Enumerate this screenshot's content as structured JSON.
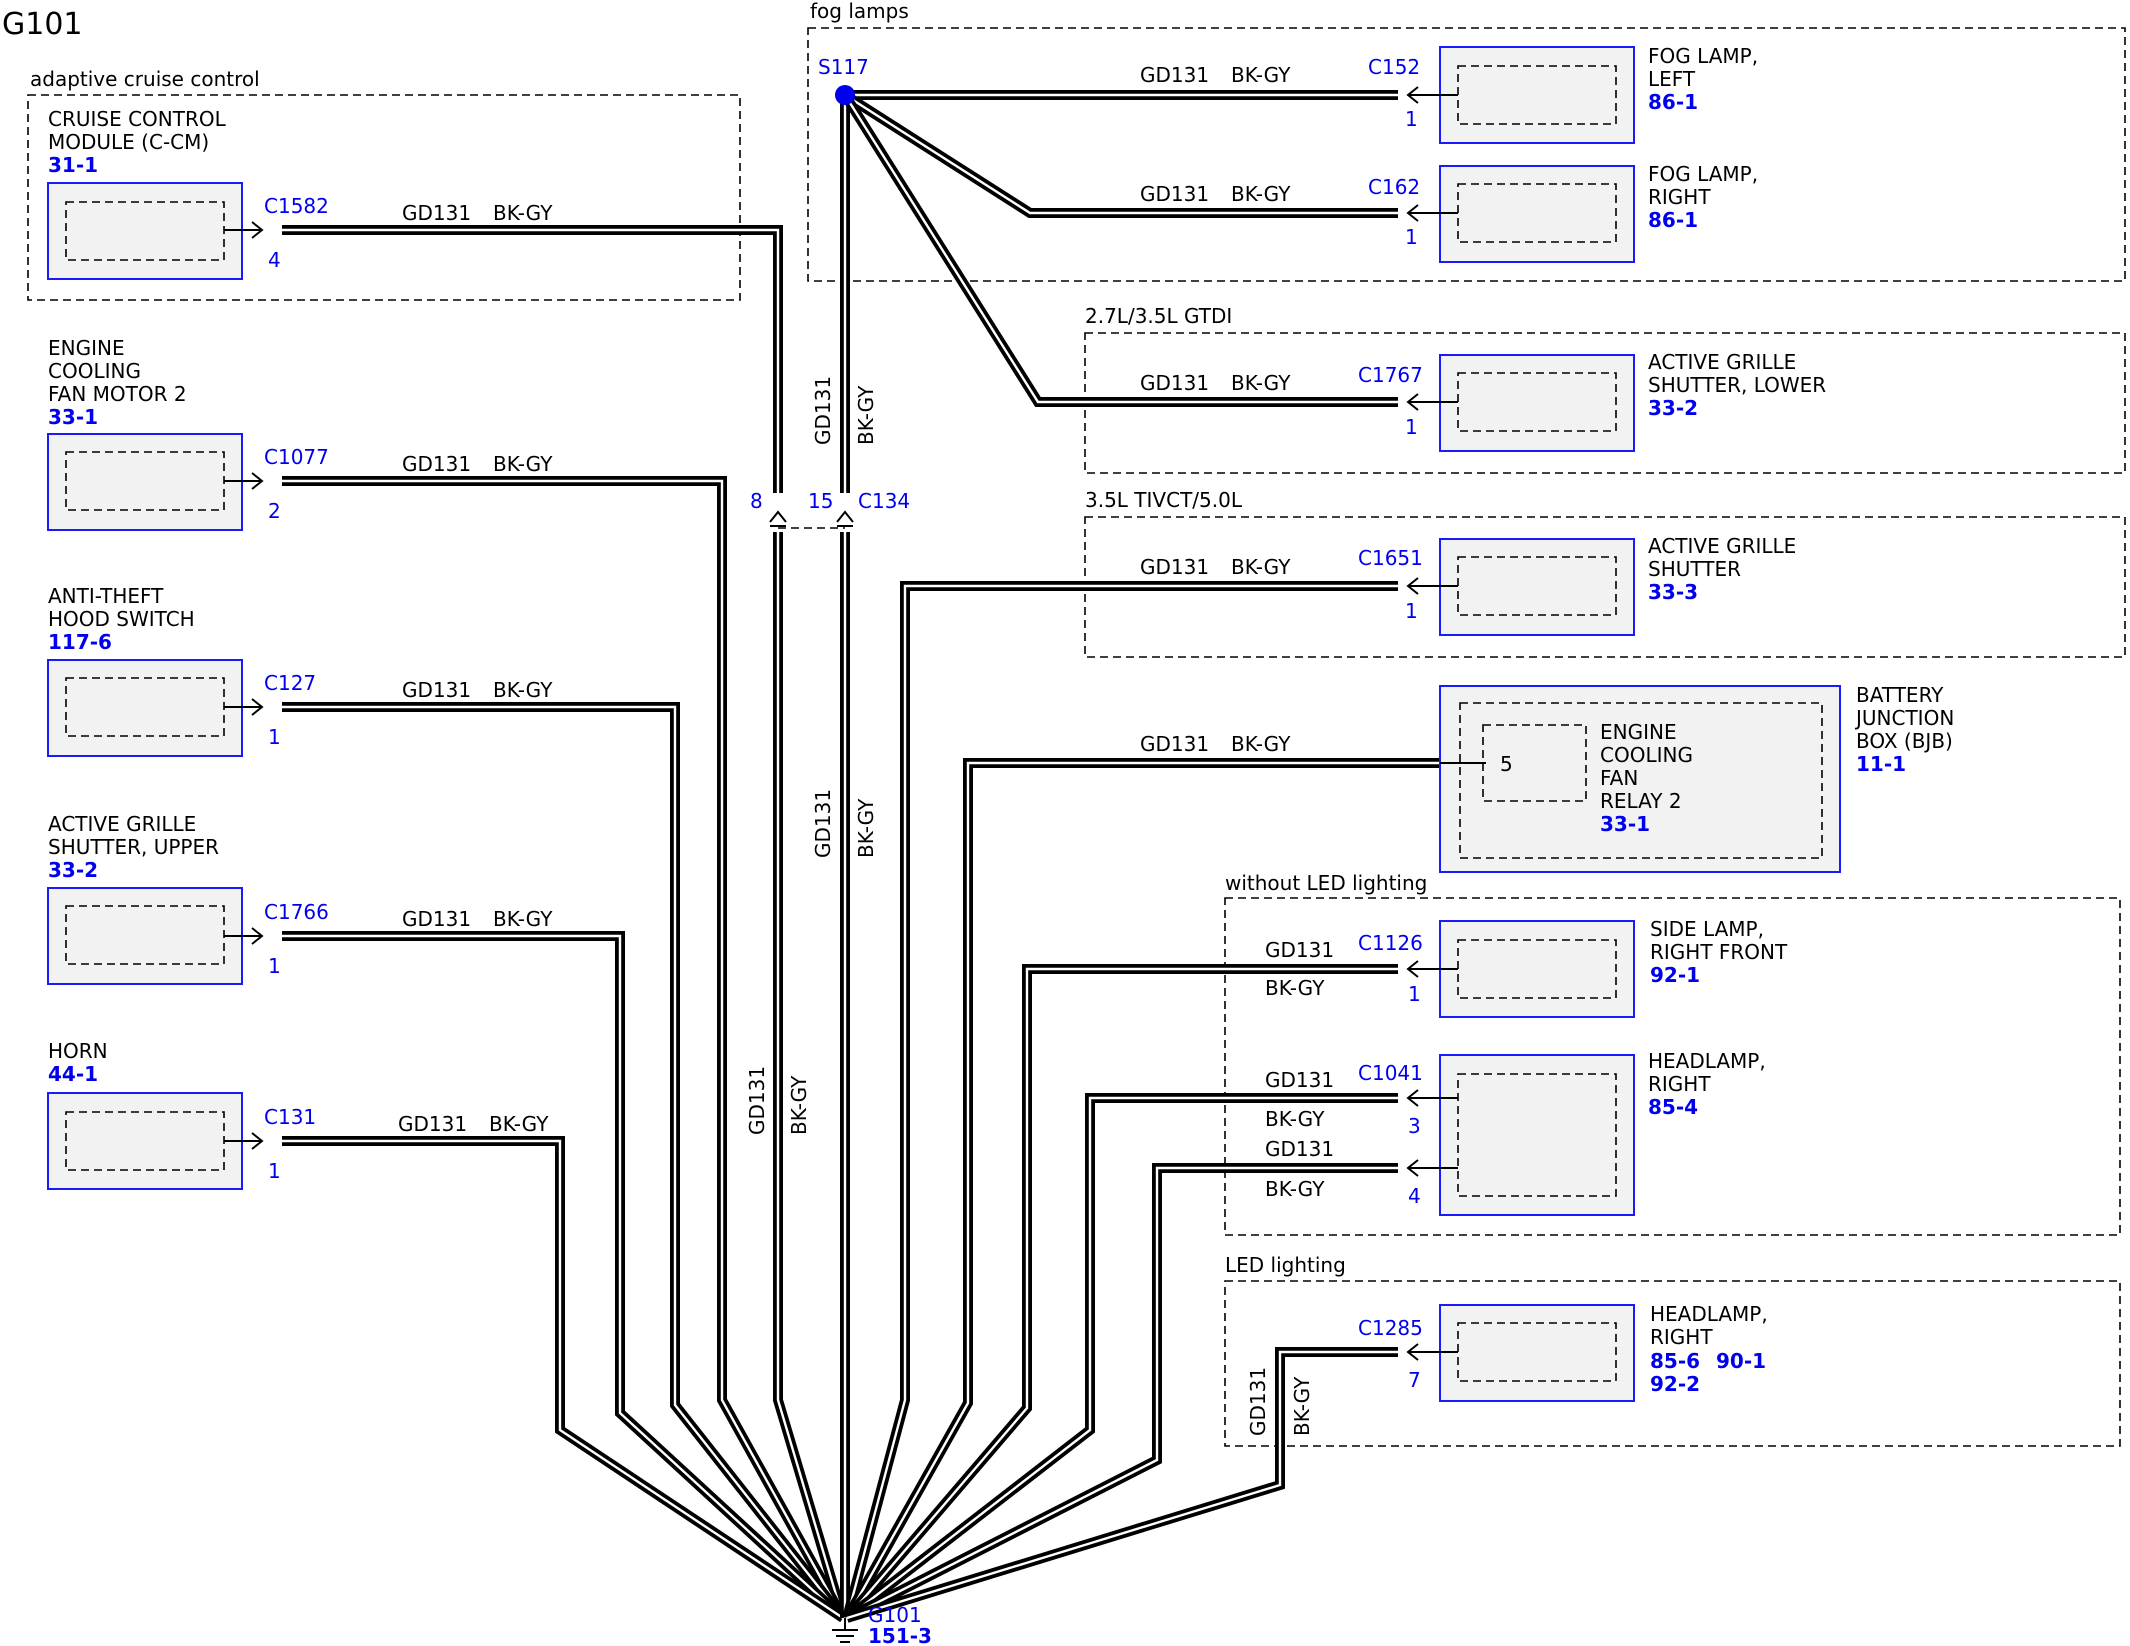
{
  "title": "G101",
  "wire": {
    "circuit": "GD131",
    "color": "BK-GY"
  },
  "groups": {
    "adaptive_cruise": "adaptive cruise control",
    "fog_lamps": "fog lamps",
    "gtdi": "2.7L/3.5L GTDI",
    "tivct": "3.5L TIVCT/5.0L",
    "without_led": "without LED lighting",
    "led": "LED lighting"
  },
  "left_components": [
    {
      "lines": [
        "CRUISE CONTROL",
        "MODULE (C-CM)"
      ],
      "ref": "31-1",
      "connector": "C1582",
      "pin": "4"
    },
    {
      "lines": [
        "ENGINE",
        "COOLING",
        "FAN MOTOR 2"
      ],
      "ref": "33-1",
      "connector": "C1077",
      "pin": "2"
    },
    {
      "lines": [
        "ANTI-THEFT",
        "HOOD SWITCH"
      ],
      "ref": "117-6",
      "connector": "C127",
      "pin": "1"
    },
    {
      "lines": [
        "ACTIVE GRILLE",
        "SHUTTER, UPPER"
      ],
      "ref": "33-2",
      "connector": "C1766",
      "pin": "1"
    },
    {
      "lines": [
        "HORN"
      ],
      "ref": "44-1",
      "connector": "C131",
      "pin": "1"
    }
  ],
  "right_components": [
    {
      "lines": [
        "FOG LAMP,",
        "LEFT"
      ],
      "ref": "86-1",
      "connector": "C152",
      "pin": "1"
    },
    {
      "lines": [
        "FOG LAMP,",
        "RIGHT"
      ],
      "ref": "86-1",
      "connector": "C162",
      "pin": "1"
    },
    {
      "lines": [
        "ACTIVE GRILLE",
        "SHUTTER, LOWER"
      ],
      "ref": "33-2",
      "connector": "C1767",
      "pin": "1"
    },
    {
      "lines": [
        "ACTIVE GRILLE",
        "SHUTTER"
      ],
      "ref": "33-3",
      "connector": "C1651",
      "pin": "1"
    },
    {
      "lines": [
        "SIDE LAMP,",
        "RIGHT FRONT"
      ],
      "ref": "92-1",
      "connector": "C1126",
      "pin": "1"
    },
    {
      "lines": [
        "HEADLAMP,",
        "RIGHT"
      ],
      "ref": "85-4",
      "connector": "C1041",
      "pins": [
        "3",
        "4"
      ]
    },
    {
      "lines": [
        "HEADLAMP,",
        "RIGHT"
      ],
      "refs": [
        "85-6",
        "90-1",
        "92-2"
      ],
      "connector": "C1285",
      "pin": "7"
    }
  ],
  "bjb": {
    "lines": [
      "BATTERY",
      "JUNCTION",
      "BOX (BJB)"
    ],
    "ref": "11-1",
    "relay_lines": [
      "ENGINE",
      "COOLING",
      "FAN",
      "RELAY 2"
    ],
    "relay_ref": "33-1",
    "pin": "5"
  },
  "splice": {
    "name": "S117"
  },
  "inline_connector": {
    "name": "C134",
    "pins": [
      "8",
      "15"
    ]
  },
  "ground": {
    "name": "G101",
    "ref": "151-3"
  }
}
